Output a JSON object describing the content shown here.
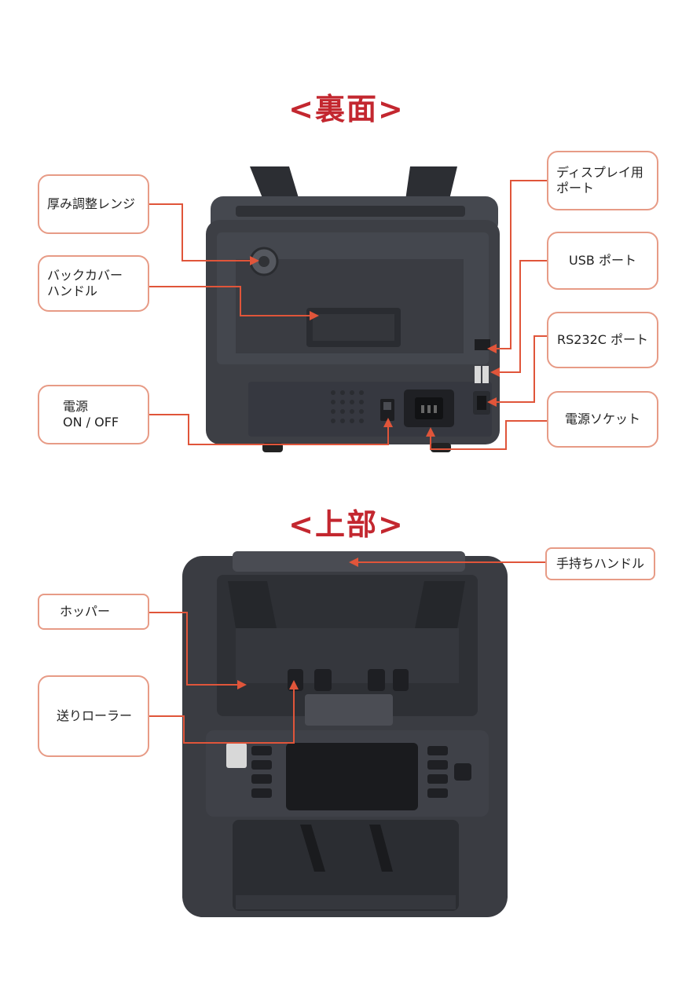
{
  "headings": {
    "back": "<裏面>",
    "top": "<上部>"
  },
  "back_callouts": {
    "thickness": [
      "厚み調整レンジ"
    ],
    "cover_handle": [
      "バックカバー",
      "ハンドル"
    ],
    "power_switch": [
      "電源",
      "ON / OFF"
    ],
    "display_port": [
      "ディスプレイ用",
      "ポート"
    ],
    "usb_port": [
      "USB ポート"
    ],
    "rs232c_port": [
      "RS232C ポート"
    ],
    "power_socket": [
      "電源ソケット"
    ]
  },
  "top_callouts": {
    "carry_handle": [
      "手持ちハンドル"
    ],
    "hopper": [
      "ホッパー"
    ],
    "feed_roller": [
      "送りローラー"
    ]
  },
  "colors": {
    "heading": "#c3272f",
    "callout_border": "#e79b86",
    "leader": "#e0553a",
    "device": "#3d3f45"
  }
}
